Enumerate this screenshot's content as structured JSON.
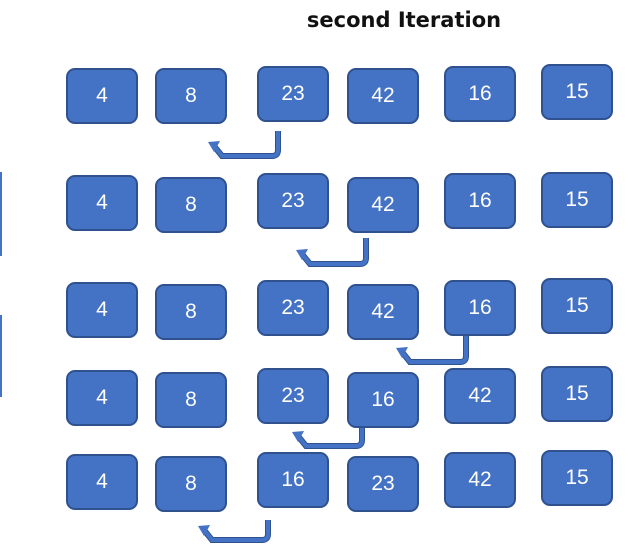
{
  "title": "second Iteration",
  "colors": {
    "box_fill": "#4472c4",
    "box_border": "#2f528f",
    "arrow": "#4472c4",
    "text": "#ffffff"
  },
  "rows": [
    {
      "values": [
        "4",
        "8",
        "23",
        "42",
        "16",
        "15"
      ]
    },
    {
      "values": [
        "4",
        "8",
        "23",
        "42",
        "16",
        "15"
      ]
    },
    {
      "values": [
        "4",
        "8",
        "23",
        "42",
        "16",
        "15"
      ]
    },
    {
      "values": [
        "4",
        "8",
        "23",
        "16",
        "42",
        "15"
      ]
    },
    {
      "values": [
        "4",
        "8",
        "16",
        "23",
        "42",
        "15"
      ]
    }
  ]
}
